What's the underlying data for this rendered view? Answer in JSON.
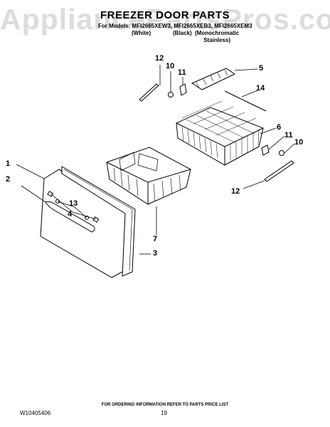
{
  "watermark": "AppliancePartsPros.com",
  "header": {
    "title": "FREEZER DOOR PARTS",
    "models_line": "For Models: MFI2665XEW3, MFI2665XEB3, MFI2665XEM3",
    "variants": {
      "white": "(White)",
      "black": "(Black)",
      "monochromatic": "(Monochromatic\nStainless)"
    }
  },
  "callouts": {
    "c1": "1",
    "c2": "2",
    "c3": "3",
    "c4": "4",
    "c5": "5",
    "c6": "6",
    "c7": "7",
    "c10a": "10",
    "c10b": "10",
    "c11a": "11",
    "c11b": "11",
    "c12a": "12",
    "c12b": "12",
    "c13": "13",
    "c14": "14"
  },
  "footer": {
    "note": "FOR ORDERING INFORMATION REFER TO PARTS PRICE LIST",
    "doc_number": "W10405406",
    "page_number": "19"
  }
}
